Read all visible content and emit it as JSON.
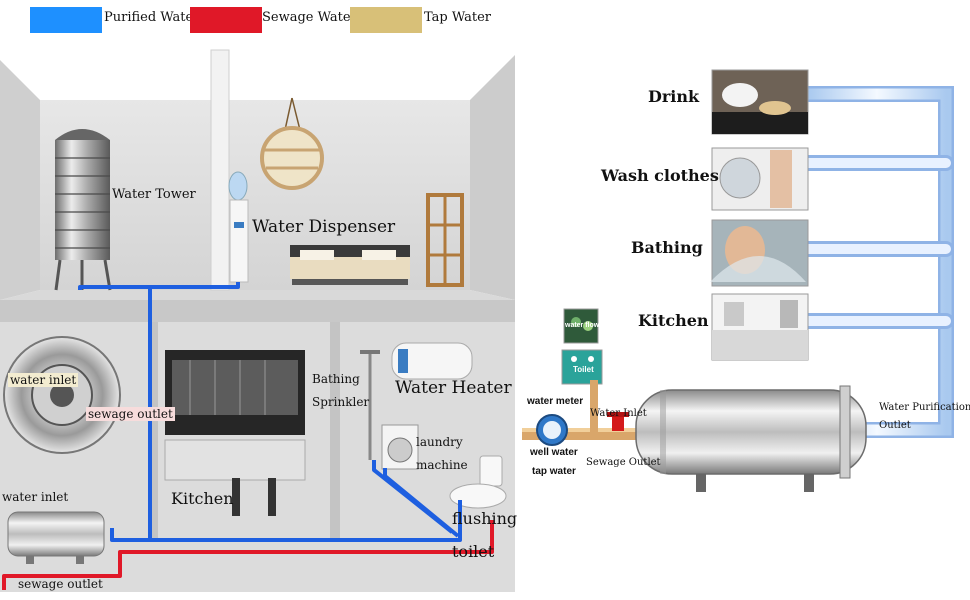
{
  "legend": [
    {
      "label": "Purified Water",
      "color": "#1e90ff"
    },
    {
      "label": "Sewage Water",
      "color": "#e01828"
    },
    {
      "label": "Tap Water",
      "color": "#d8c078"
    }
  ],
  "house": {
    "water_tower": "Water Tower",
    "water_dispenser": "Water Dispenser",
    "water_heater": "Water Heater",
    "bathing": "Bathing",
    "sprinkler": "Sprinkler",
    "laundry": "laundry",
    "machine": "machine",
    "kitchen": "Kitchen",
    "flushing": "flushing",
    "toilet": "toilet",
    "water_inlet_top": "water inlet",
    "sewage_outlet_top": "sewage outlet",
    "water_inlet_bottom": "water inlet",
    "sewage_outlet_bottom": "sewage outlet"
  },
  "system": {
    "uses": [
      "Drink",
      "Wash clothes",
      "Bathing",
      "Kitchen"
    ],
    "water_flowers": "water flowers",
    "toilet": "Toilet",
    "water_meter": "water meter",
    "well_water": "well water",
    "tap_water": "tap water",
    "water_inlet": "Water Inlet",
    "sewage_outlet": "Sewage Outlet",
    "purification_outlet_1": "Water Purification",
    "purification_outlet_2": "Outlet"
  }
}
